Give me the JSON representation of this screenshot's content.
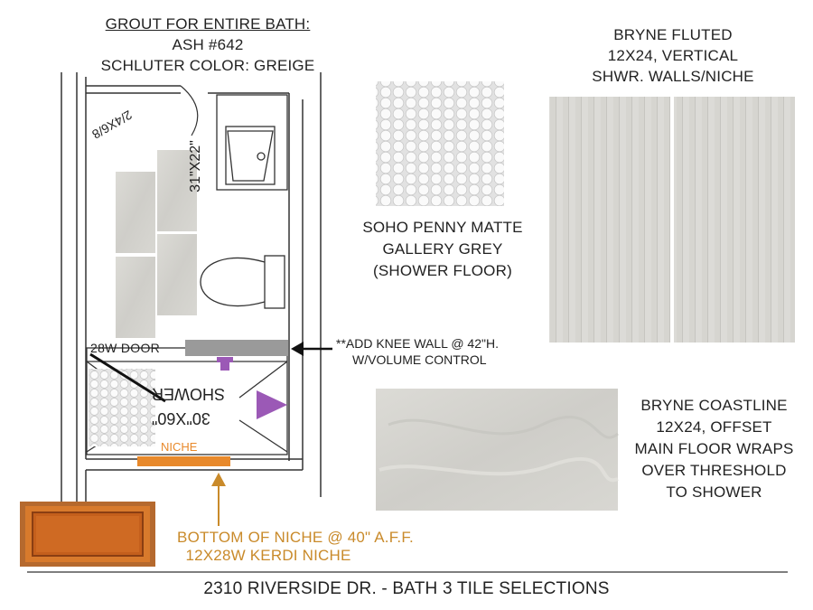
{
  "grout": {
    "title": "GROUT FOR ENTIRE BATH:",
    "color": "ASH #642",
    "schluter": "SCHLUTER COLOR: GREIGE"
  },
  "plan": {
    "door_label": "28W DOOR",
    "niche_label": "NICHE",
    "shower_label": "SHOWER",
    "shower_size": "30\"X60\"",
    "vanity_size": "31\"X22\"",
    "closet_door": "2/4X6/8"
  },
  "knee_wall_note": {
    "line1": "**ADD KNEE WALL @ 42\"H.",
    "line2": "W/VOLUME CONTROL"
  },
  "niche_note": {
    "line1": "BOTTOM OF NICHE @ 40\" A.F.F.",
    "line2": "12X28W KERDI NICHE"
  },
  "penny_tile": {
    "line1": "SOHO PENNY MATTE",
    "line2": "GALLERY GREY",
    "line3": "(SHOWER FLOOR)"
  },
  "fluted_tile": {
    "line1": "BRYNE FLUTED",
    "line2": "12X24, VERTICAL",
    "line3": "SHWR. WALLS/NICHE"
  },
  "coastline_tile": {
    "line1": "BRYNE COASTLINE",
    "line2": "12X24, OFFSET",
    "line3": "MAIN FLOOR WRAPS",
    "line4": "OVER THRESHOLD",
    "line5": "TO SHOWER"
  },
  "footer": {
    "title": "2310 RIVERSIDE DR. - BATH 3 TILE SELECTIONS"
  },
  "colors": {
    "accent_orange": "#e8892b",
    "niche_arrow": "#c98a2a",
    "accent_purple": "#9b59b6",
    "tile_grey": "#d9d8d4",
    "knee_wall_grey": "#9a9a9a"
  }
}
